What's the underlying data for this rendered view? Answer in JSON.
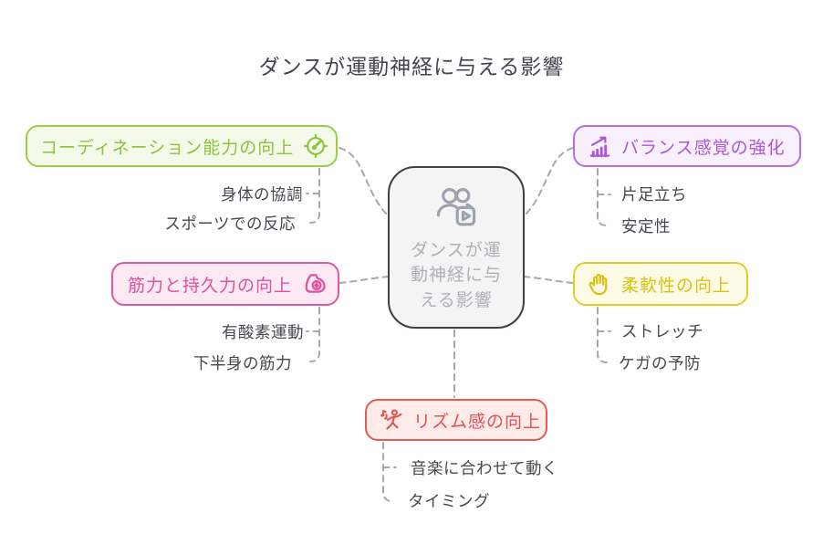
{
  "title": "ダンスが運動神経に与える影響",
  "center": {
    "label": "ダンスが運動神経に与える影響",
    "icon": "people-video-icon"
  },
  "branches": [
    {
      "id": "coordination",
      "label": "コーディネーション能力の向上",
      "icon": "gauge-target-icon",
      "color": "#8fc23c",
      "items": [
        "身体の協調",
        "スポーツでの反応"
      ]
    },
    {
      "id": "balance",
      "label": "バランス感覚の強化",
      "icon": "chart-up-icon",
      "color": "#ab57d8",
      "items": [
        "片足立ち",
        "安定性"
      ]
    },
    {
      "id": "strength",
      "label": "筋力と持久力の向上",
      "icon": "bicep-icon",
      "color": "#e0519e",
      "items": [
        "有酸素運動",
        "下半身の筋力"
      ]
    },
    {
      "id": "flexibility",
      "label": "柔軟性の向上",
      "icon": "hand-icon",
      "color": "#dcc215",
      "items": [
        "ストレッチ",
        "ケガの予防"
      ]
    },
    {
      "id": "rhythm",
      "label": "リズム感の向上",
      "icon": "dancer-music-icon",
      "color": "#e25252",
      "items": [
        "音楽に合わせて動く",
        "タイミング"
      ]
    }
  ],
  "colors": {
    "title_text": "#45454d",
    "leaf_text": "#48484f",
    "connector": "#a7a7ac",
    "center_border": "#3f3f46",
    "center_bg": "#f4f4f5",
    "center_text": "#b0afb6",
    "center_icon": "#9ca3af"
  }
}
